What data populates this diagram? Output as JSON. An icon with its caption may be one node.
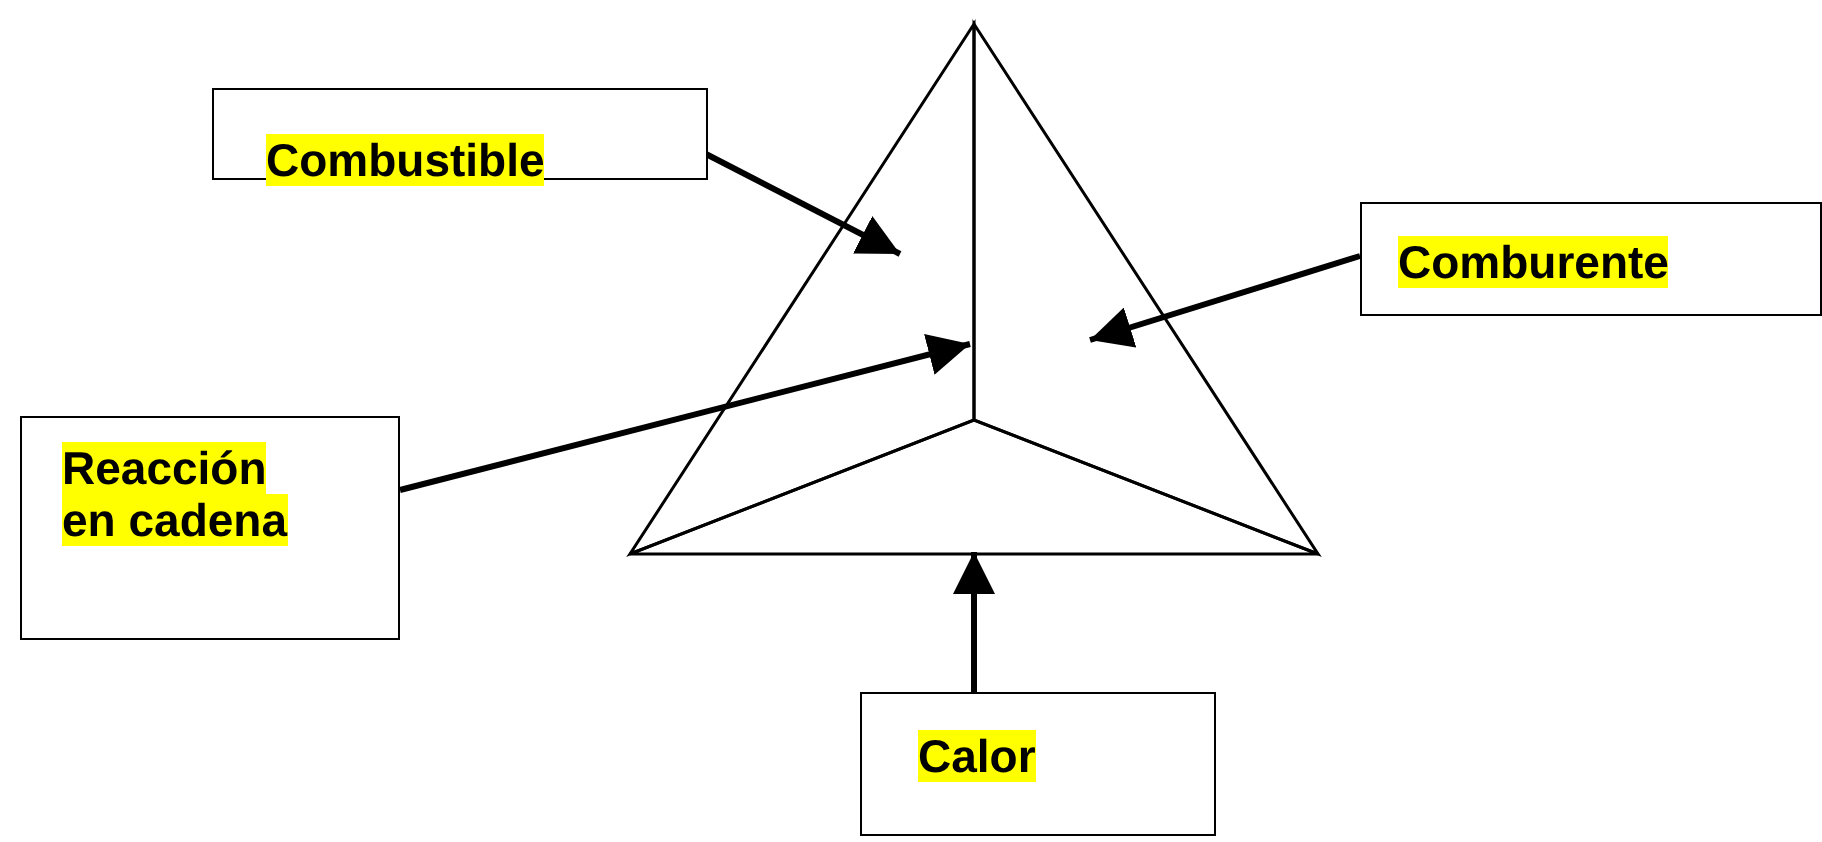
{
  "diagram": {
    "nodes": [
      {
        "text": [
          "Combustible"
        ]
      },
      {
        "text": [
          "Comburente"
        ]
      },
      {
        "text": [
          "Reacción en cadena"
        ]
      },
      {
        "text": [
          "Calor"
        ]
      },
      {
        "text": [],
        "shape": "triangle"
      },
      {
        "text": [],
        "shape": "triangle"
      },
      {
        "text": [],
        "shape": "triangle"
      }
    ],
    "edges": [
      {
        "from": 0,
        "to": 4,
        "arrow": "to"
      },
      {
        "from": 1,
        "to": 5,
        "arrow": "to"
      },
      {
        "from": 2,
        "to": 4,
        "arrow": "to"
      },
      {
        "from": 3,
        "to": 6,
        "arrow": "to"
      }
    ]
  }
}
